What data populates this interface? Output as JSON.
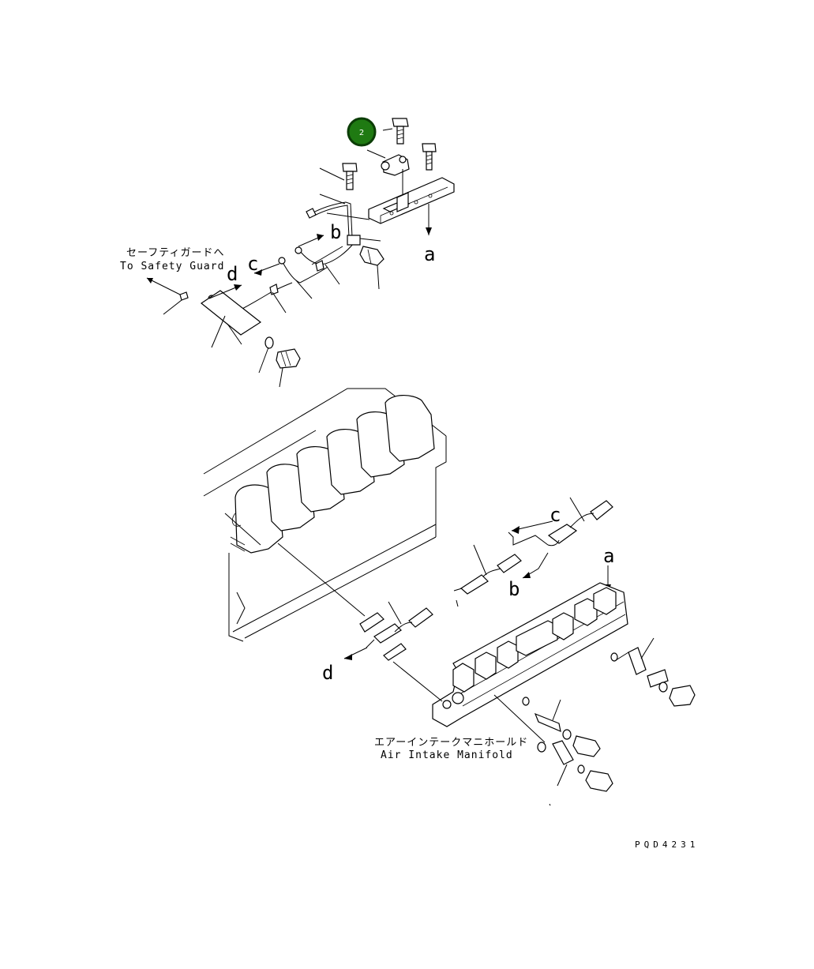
{
  "drawing": {
    "code": "PQD4231",
    "callout": {
      "number": "2",
      "color": "#1f7a12",
      "ring_color": "#0b3d06"
    },
    "labels": {
      "safety_guard_jp": "セーフティガードへ",
      "safety_guard_en": "To Safety Guard",
      "manifold_jp": "エアーインテークマニホールド",
      "manifold_en": "Air Intake Manifold"
    },
    "letters": {
      "a_top": "a",
      "b_top": "b",
      "c_top": "c",
      "d_top": "d",
      "a_bottom": "a",
      "b_bottom": "b",
      "c_bottom": "c",
      "d_bottom": "d"
    }
  }
}
